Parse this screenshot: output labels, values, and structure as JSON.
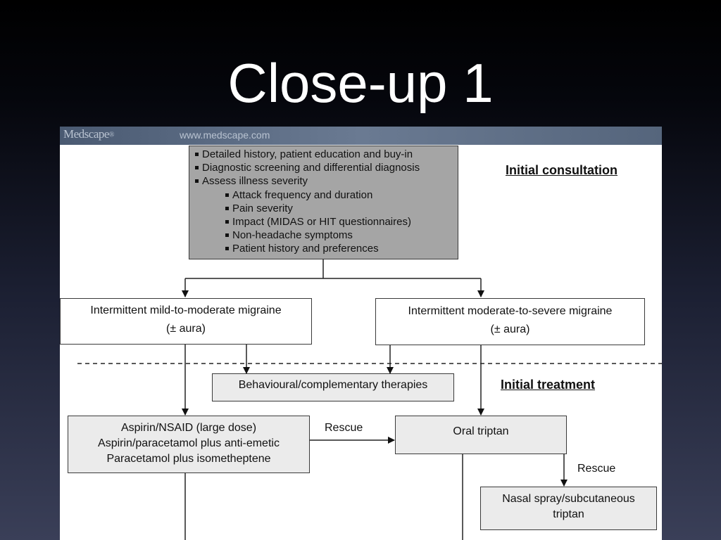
{
  "slide": {
    "title": "Close-up 1"
  },
  "figure": {
    "brand": "Medscape",
    "brand_mark": "®",
    "url": "www.medscape.com",
    "consultation": {
      "items": [
        "Detailed history, patient education and buy-in",
        "Diagnostic screening and differential diagnosis",
        "Assess illness severity"
      ],
      "subitems": [
        "Attack frequency and duration",
        "Pain severity",
        "Impact (MIDAS or HIT questionnaires)",
        "Non-headache symptoms",
        "Patient history and preferences"
      ]
    },
    "labels": {
      "initial_consultation": "Initial consultation",
      "initial_treatment": "Initial treatment",
      "rescue_1": "Rescue",
      "rescue_2": "Rescue"
    },
    "boxes": {
      "mild_moderate": {
        "line1": "Intermittent mild-to-moderate migraine",
        "line2": "(± aura)"
      },
      "moderate_severe": {
        "line1": "Intermittent moderate-to-severe migraine",
        "line2": "(± aura)"
      },
      "behavioural": "Behavioural/complementary therapies",
      "aspirin": {
        "line1": "Aspirin/NSAID (large dose)",
        "line2": "Aspirin/paracetamol plus anti-emetic",
        "line3": "Paracetamol plus isometheptene"
      },
      "oral_triptan": "Oral triptan",
      "nasal": {
        "line1": "Nasal spray/subcutaneous",
        "line2": "triptan"
      }
    }
  },
  "colors": {
    "header_band": "#5a6a82",
    "grey_box": "#a5a5a5",
    "light_box": "#ebebeb"
  }
}
